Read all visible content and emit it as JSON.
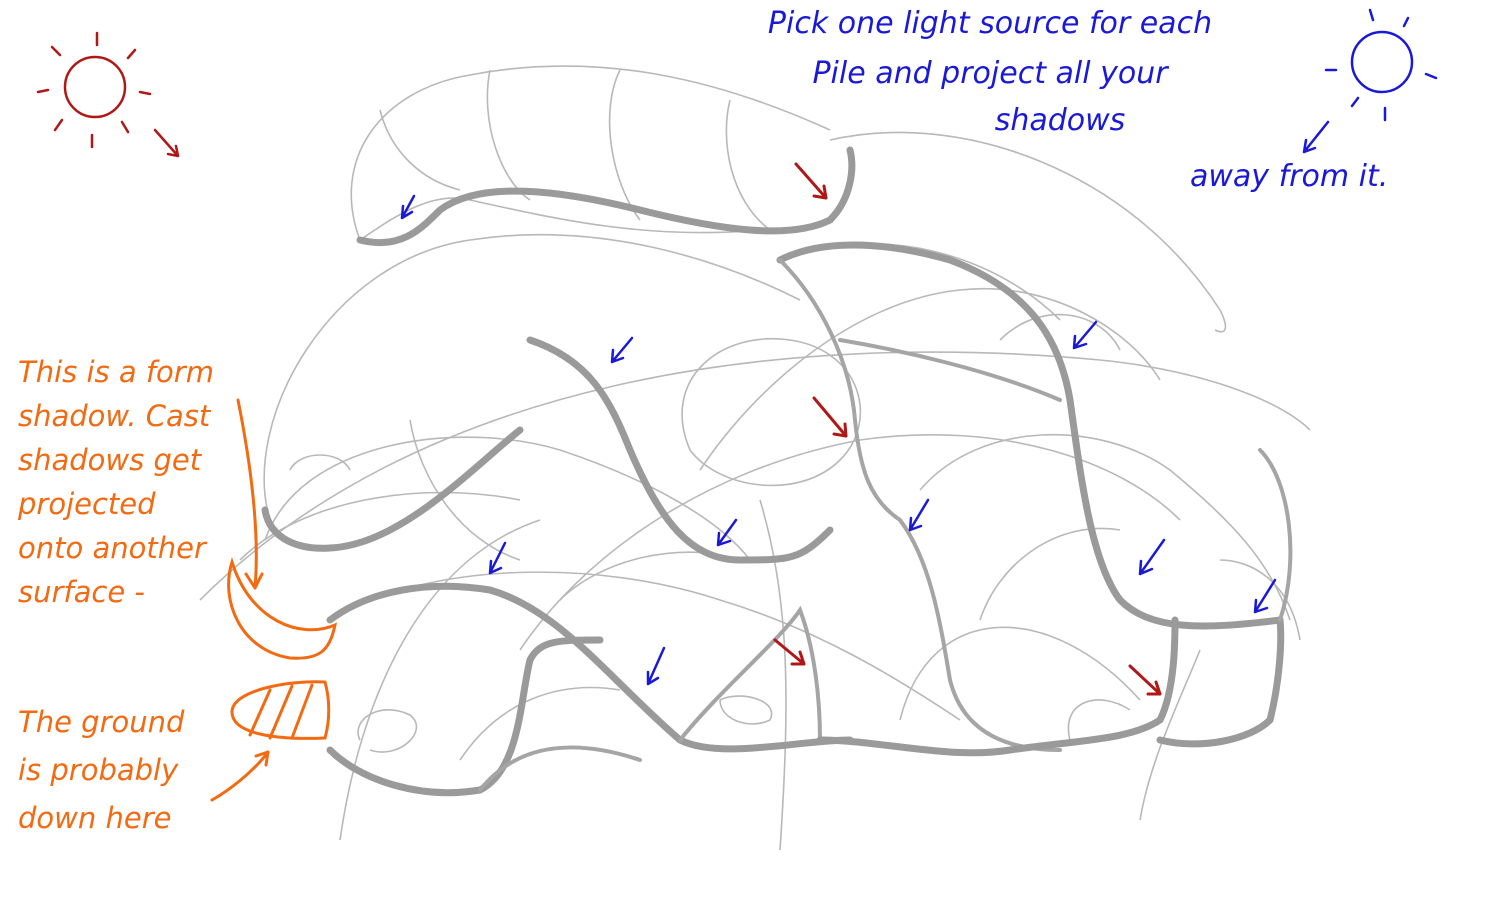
{
  "annotations": {
    "light_note": [
      "Pick one light source for each",
      "Pile and project all your",
      "shadows",
      "away from it."
    ],
    "form_shadow_note": [
      "This is a form",
      "shadow. Cast",
      "shadows get",
      "projected",
      "onto another",
      "surface -"
    ],
    "ground_note": [
      "The ground",
      "is probably",
      "down here"
    ]
  },
  "colors": {
    "red": "#b01818",
    "blue": "#1a1ad6",
    "orange": "#f26a12",
    "pencil": "#9a9a9a"
  }
}
